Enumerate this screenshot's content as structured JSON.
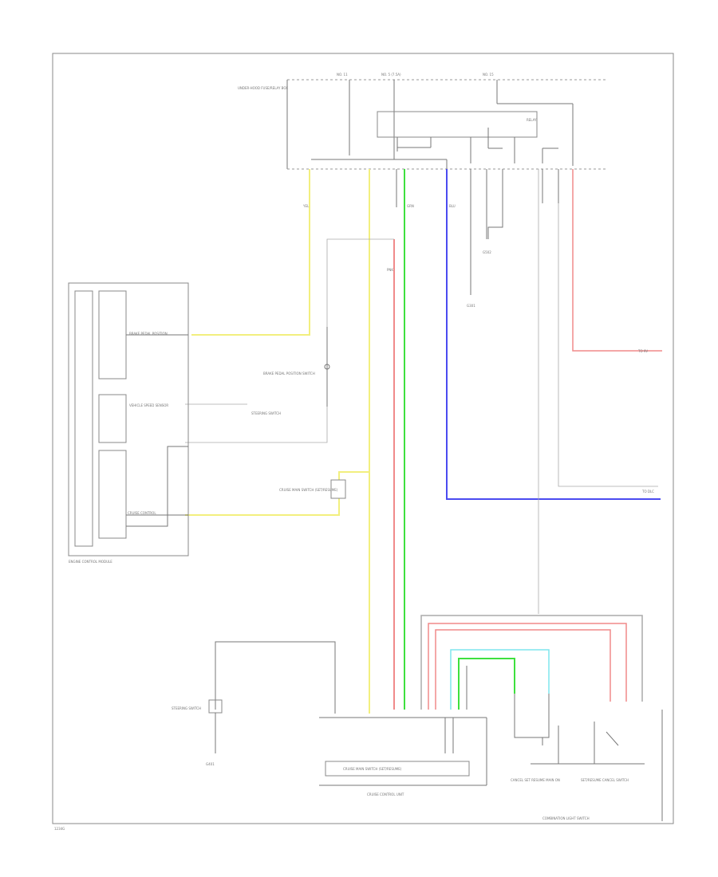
{
  "labels": {
    "fuse_1": "NO. 11",
    "fuse_2": "NO. 5 (7.5A)",
    "fuse_3": "NO. 15",
    "fuse_box": "UNDER-HOOD FUSE/RELAY BOX",
    "relay": "RELAY",
    "ecm": "ENGINE CONTROL MODULE",
    "ecm_sub1": "VEHICLE SPEED SENSOR",
    "ecm_sub2": "CRUISE CONTROL",
    "ecm_sub3": "BRAKE PEDAL POSITION",
    "brake_switch": "BRAKE PEDAL POSITION SWITCH",
    "ground_1": "G301",
    "ground_2": "G502",
    "ground_3": "G401",
    "connector_left": "STEERING SWITCH",
    "cruise_unit": "CRUISE CONTROL UNIT",
    "cruise_sub": "CRUISE MAIN SWITCH (SET/RESUME)",
    "combo_switch": "COMBINATION LIGHT SWITCH",
    "right_note_1": "TO 9V",
    "right_note_2": "TO DLC",
    "bottom_left_code": "1234G",
    "switch_legend_1": "CANCEL SET RESUME MAIN ON",
    "switch_legend_2": "SET/RESUME CANCEL SWITCH",
    "wire_y": "YEL",
    "wire_g": "GRN",
    "wire_p": "PNK",
    "wire_b": "BLU"
  },
  "colors": {
    "yellow": "#f2ef7e",
    "green": "#3ee03e",
    "pink": "#f08a8a",
    "blue": "#4b4bf0",
    "cyan": "#7fe6ee",
    "gray": "#777777"
  }
}
